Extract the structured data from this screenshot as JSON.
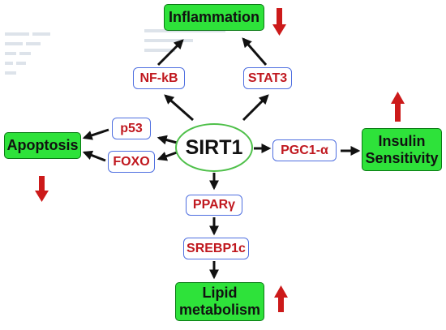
{
  "center": {
    "label": "SIRT1"
  },
  "mediators": {
    "nfkb": "NF-kB",
    "stat3": "STAT3",
    "p53": "p53",
    "foxo": "FOXO",
    "pgc1a": "PGC1-α",
    "ppar": "PPARγ",
    "srebp": "SREBP1c"
  },
  "outcomes": {
    "inflammation": "Inflammation",
    "apoptosis": "Apoptosis",
    "insulin": "Insulin Sensitivity",
    "lipid": "Lipid metabolism"
  },
  "trends": {
    "inflammation": "down",
    "apoptosis": "down",
    "insulin": "up",
    "lipid": "up"
  },
  "colors": {
    "outcome_fill": "#2ee23a",
    "mediator_border": "#4f6fe0",
    "mediator_text": "#c0181f",
    "center_border": "#4fc04a",
    "trend_arrow": "#cc1a1a",
    "link_arrow": "#111111"
  }
}
